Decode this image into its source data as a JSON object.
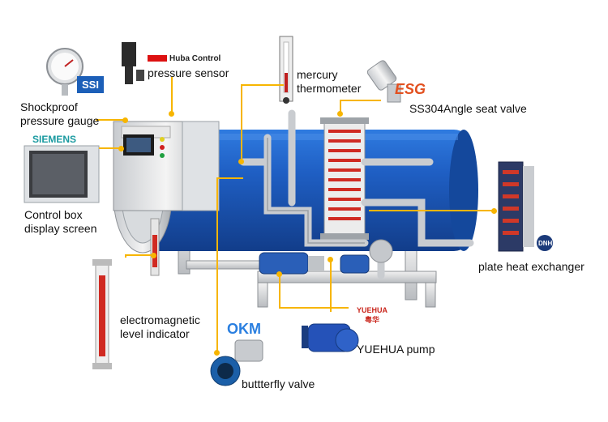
{
  "labels": {
    "pressure_gauge_1": "Shockproof",
    "pressure_gauge_2": "pressure gauge",
    "pressure_sensor": "pressure sensor",
    "thermometer_1": "mercury",
    "thermometer_2": "thermometer",
    "angle_valve": "SS304Angle seat valve",
    "control_box_1": "Control box",
    "control_box_2": "display screen",
    "plate_exchanger": "plate heat exchanger",
    "level_indicator_1": "electromagnetic",
    "level_indicator_2": "level indicator",
    "butterfly_valve": "buttterfly valve",
    "pump": "YUEHUA pump"
  },
  "brands": {
    "ssi": "SSI",
    "huba": "Huba Control",
    "esg": "ESG",
    "siemens": "SIEMENS",
    "okm": "OKM",
    "yuehua": "YUEHUA",
    "yuehua_cn": "粤华",
    "dnhb": "DNHB"
  },
  "colors": {
    "leader": "#f7b500",
    "tank": "#1f5fc4",
    "esg": "#e2501f",
    "okm": "#2a7fe0",
    "yuehua": "#c9241a",
    "siemens": "#1a9aa0"
  }
}
